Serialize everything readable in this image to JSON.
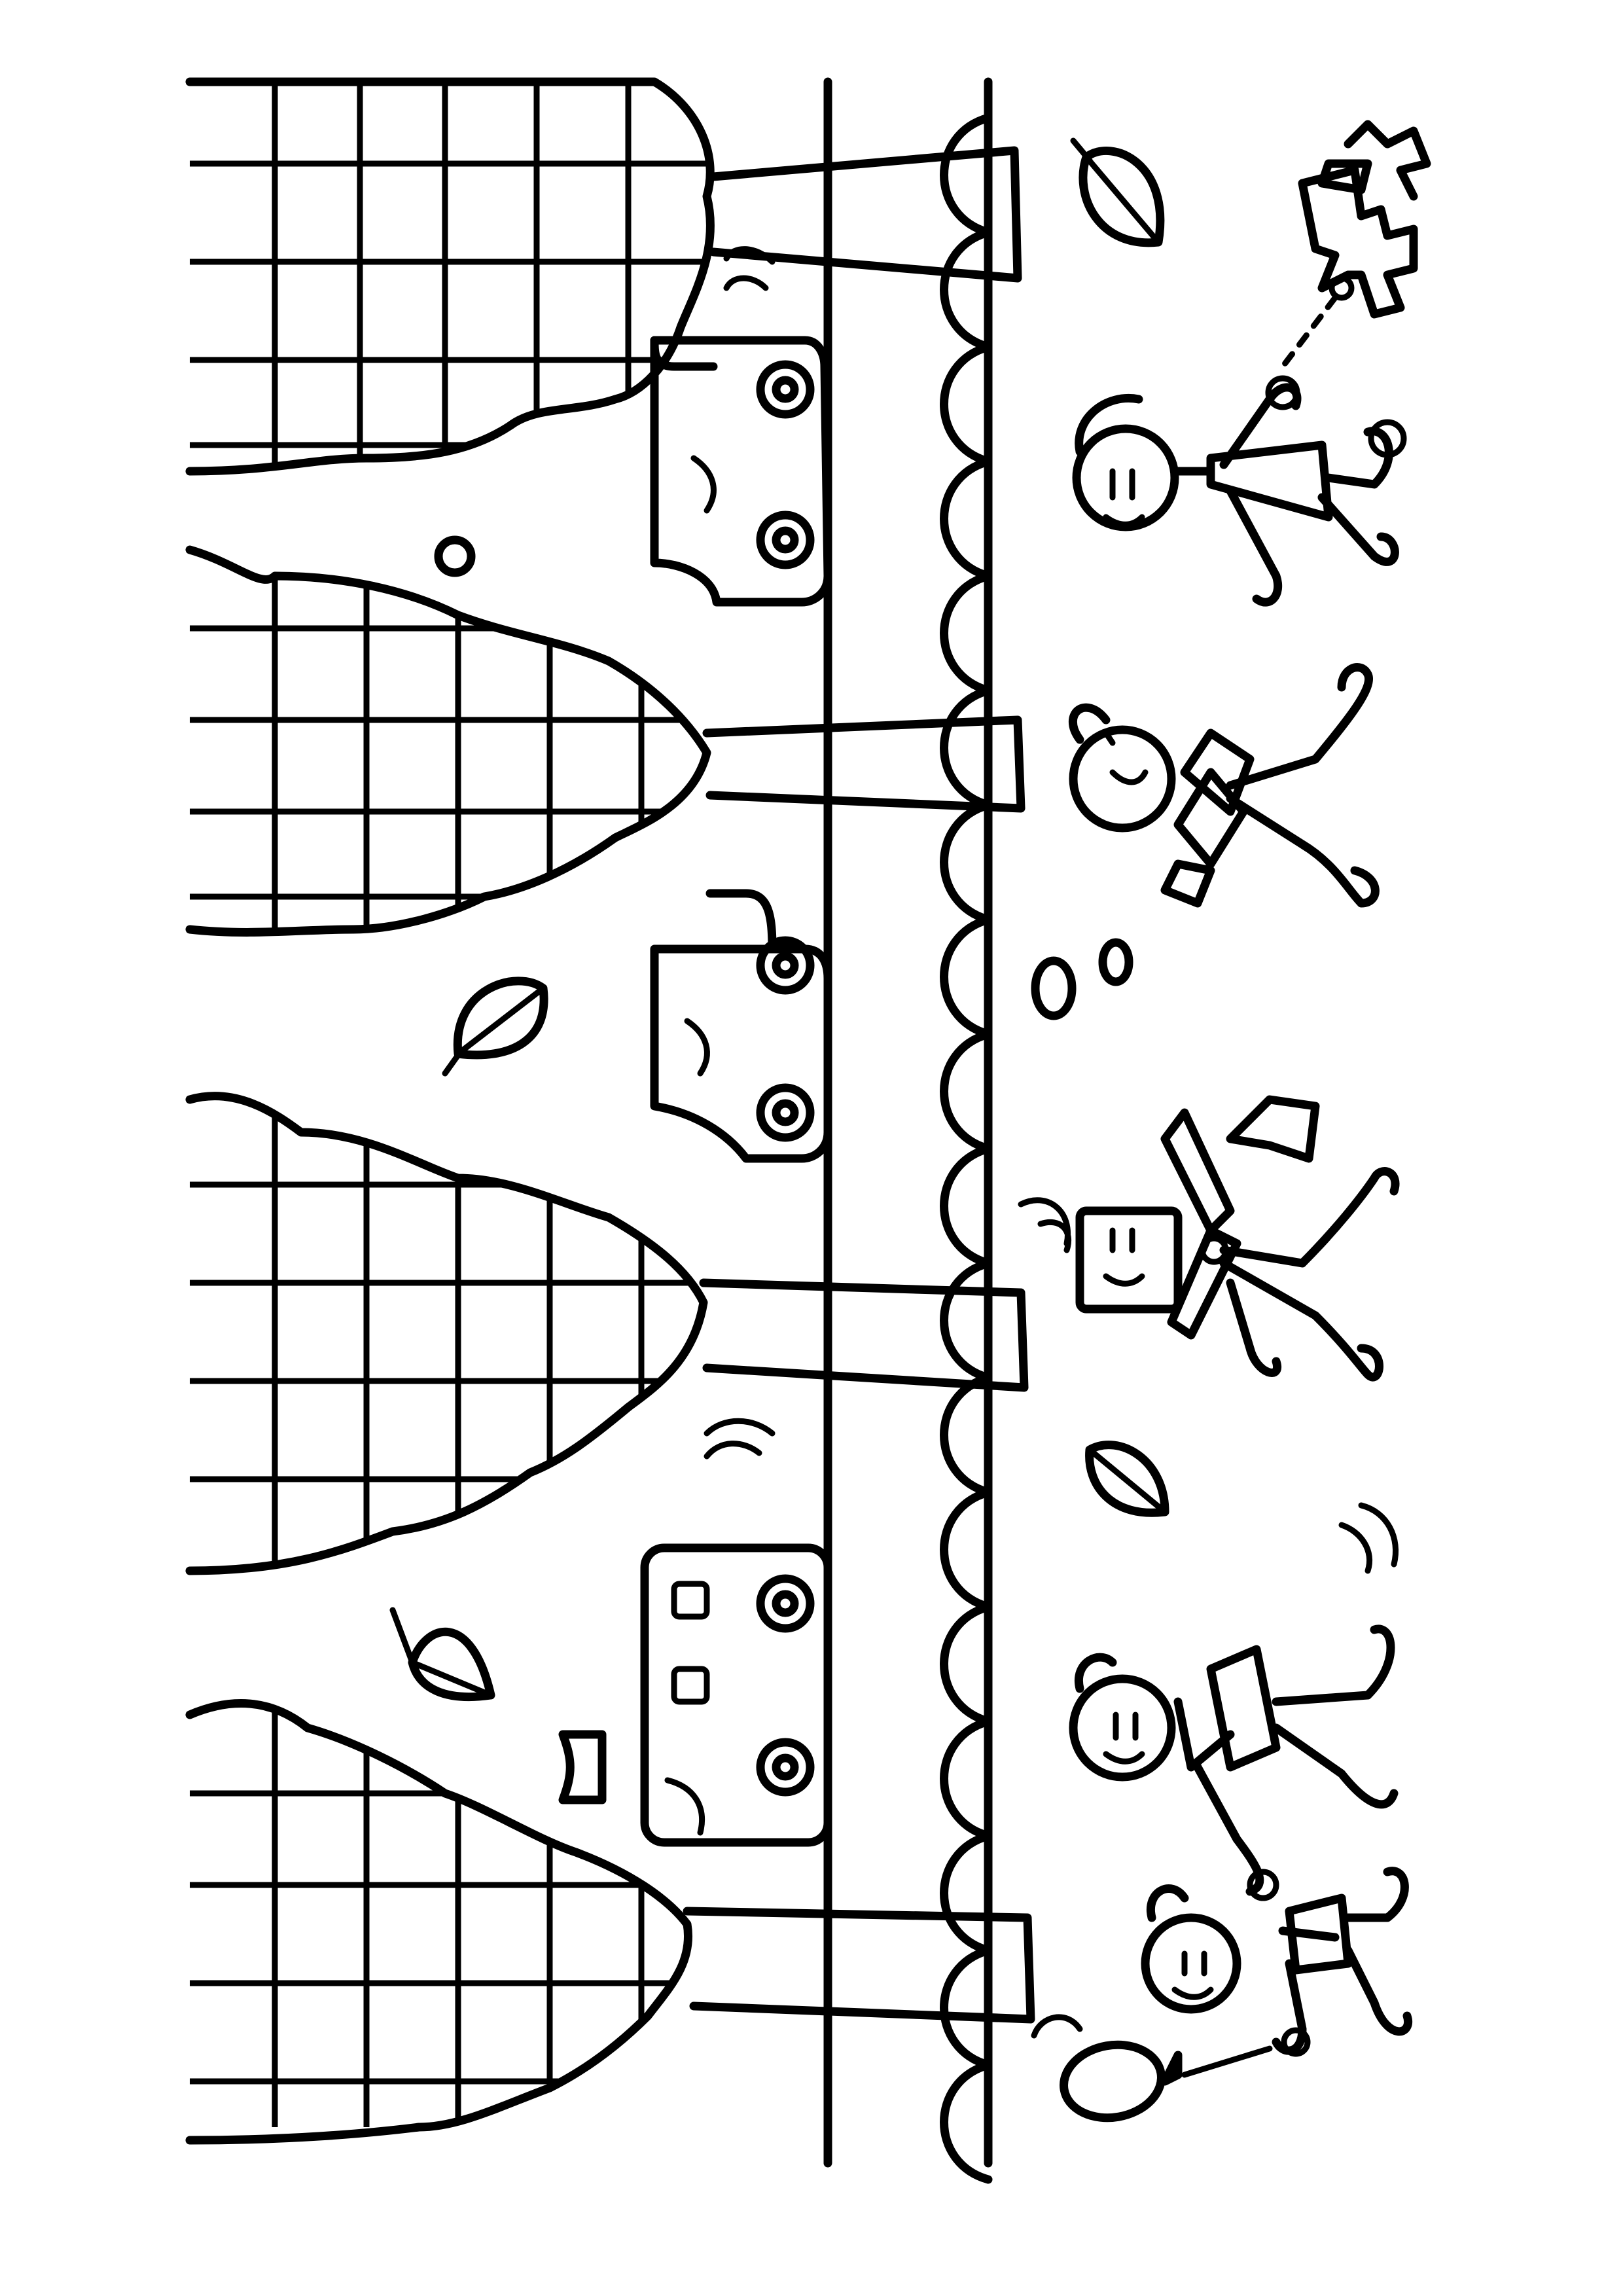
{
  "illustration": {
    "kind": "coloring-page",
    "ink_color": "#000000",
    "paper_color": "#ffffff",
    "orientation": "rotated-90",
    "trees": [
      {
        "name": "tree-1"
      },
      {
        "name": "tree-2"
      },
      {
        "name": "tree-3"
      },
      {
        "name": "tree-4"
      }
    ],
    "vehicles": [
      {
        "name": "car-1",
        "icon": "car-icon"
      },
      {
        "name": "car-2",
        "icon": "car-icon"
      },
      {
        "name": "bus",
        "icon": "bus-icon"
      }
    ],
    "characters": [
      {
        "name": "child-with-dog",
        "icon": "person-icon"
      },
      {
        "name": "child-with-bow",
        "icon": "person-icon"
      },
      {
        "name": "robot-child",
        "icon": "person-icon"
      },
      {
        "name": "child-running",
        "icon": "person-icon"
      },
      {
        "name": "child-with-balloon",
        "icon": "person-icon"
      }
    ],
    "animals": [
      {
        "name": "dog",
        "icon": "dog-icon"
      }
    ],
    "leaves": 4,
    "balloons": 1
  }
}
